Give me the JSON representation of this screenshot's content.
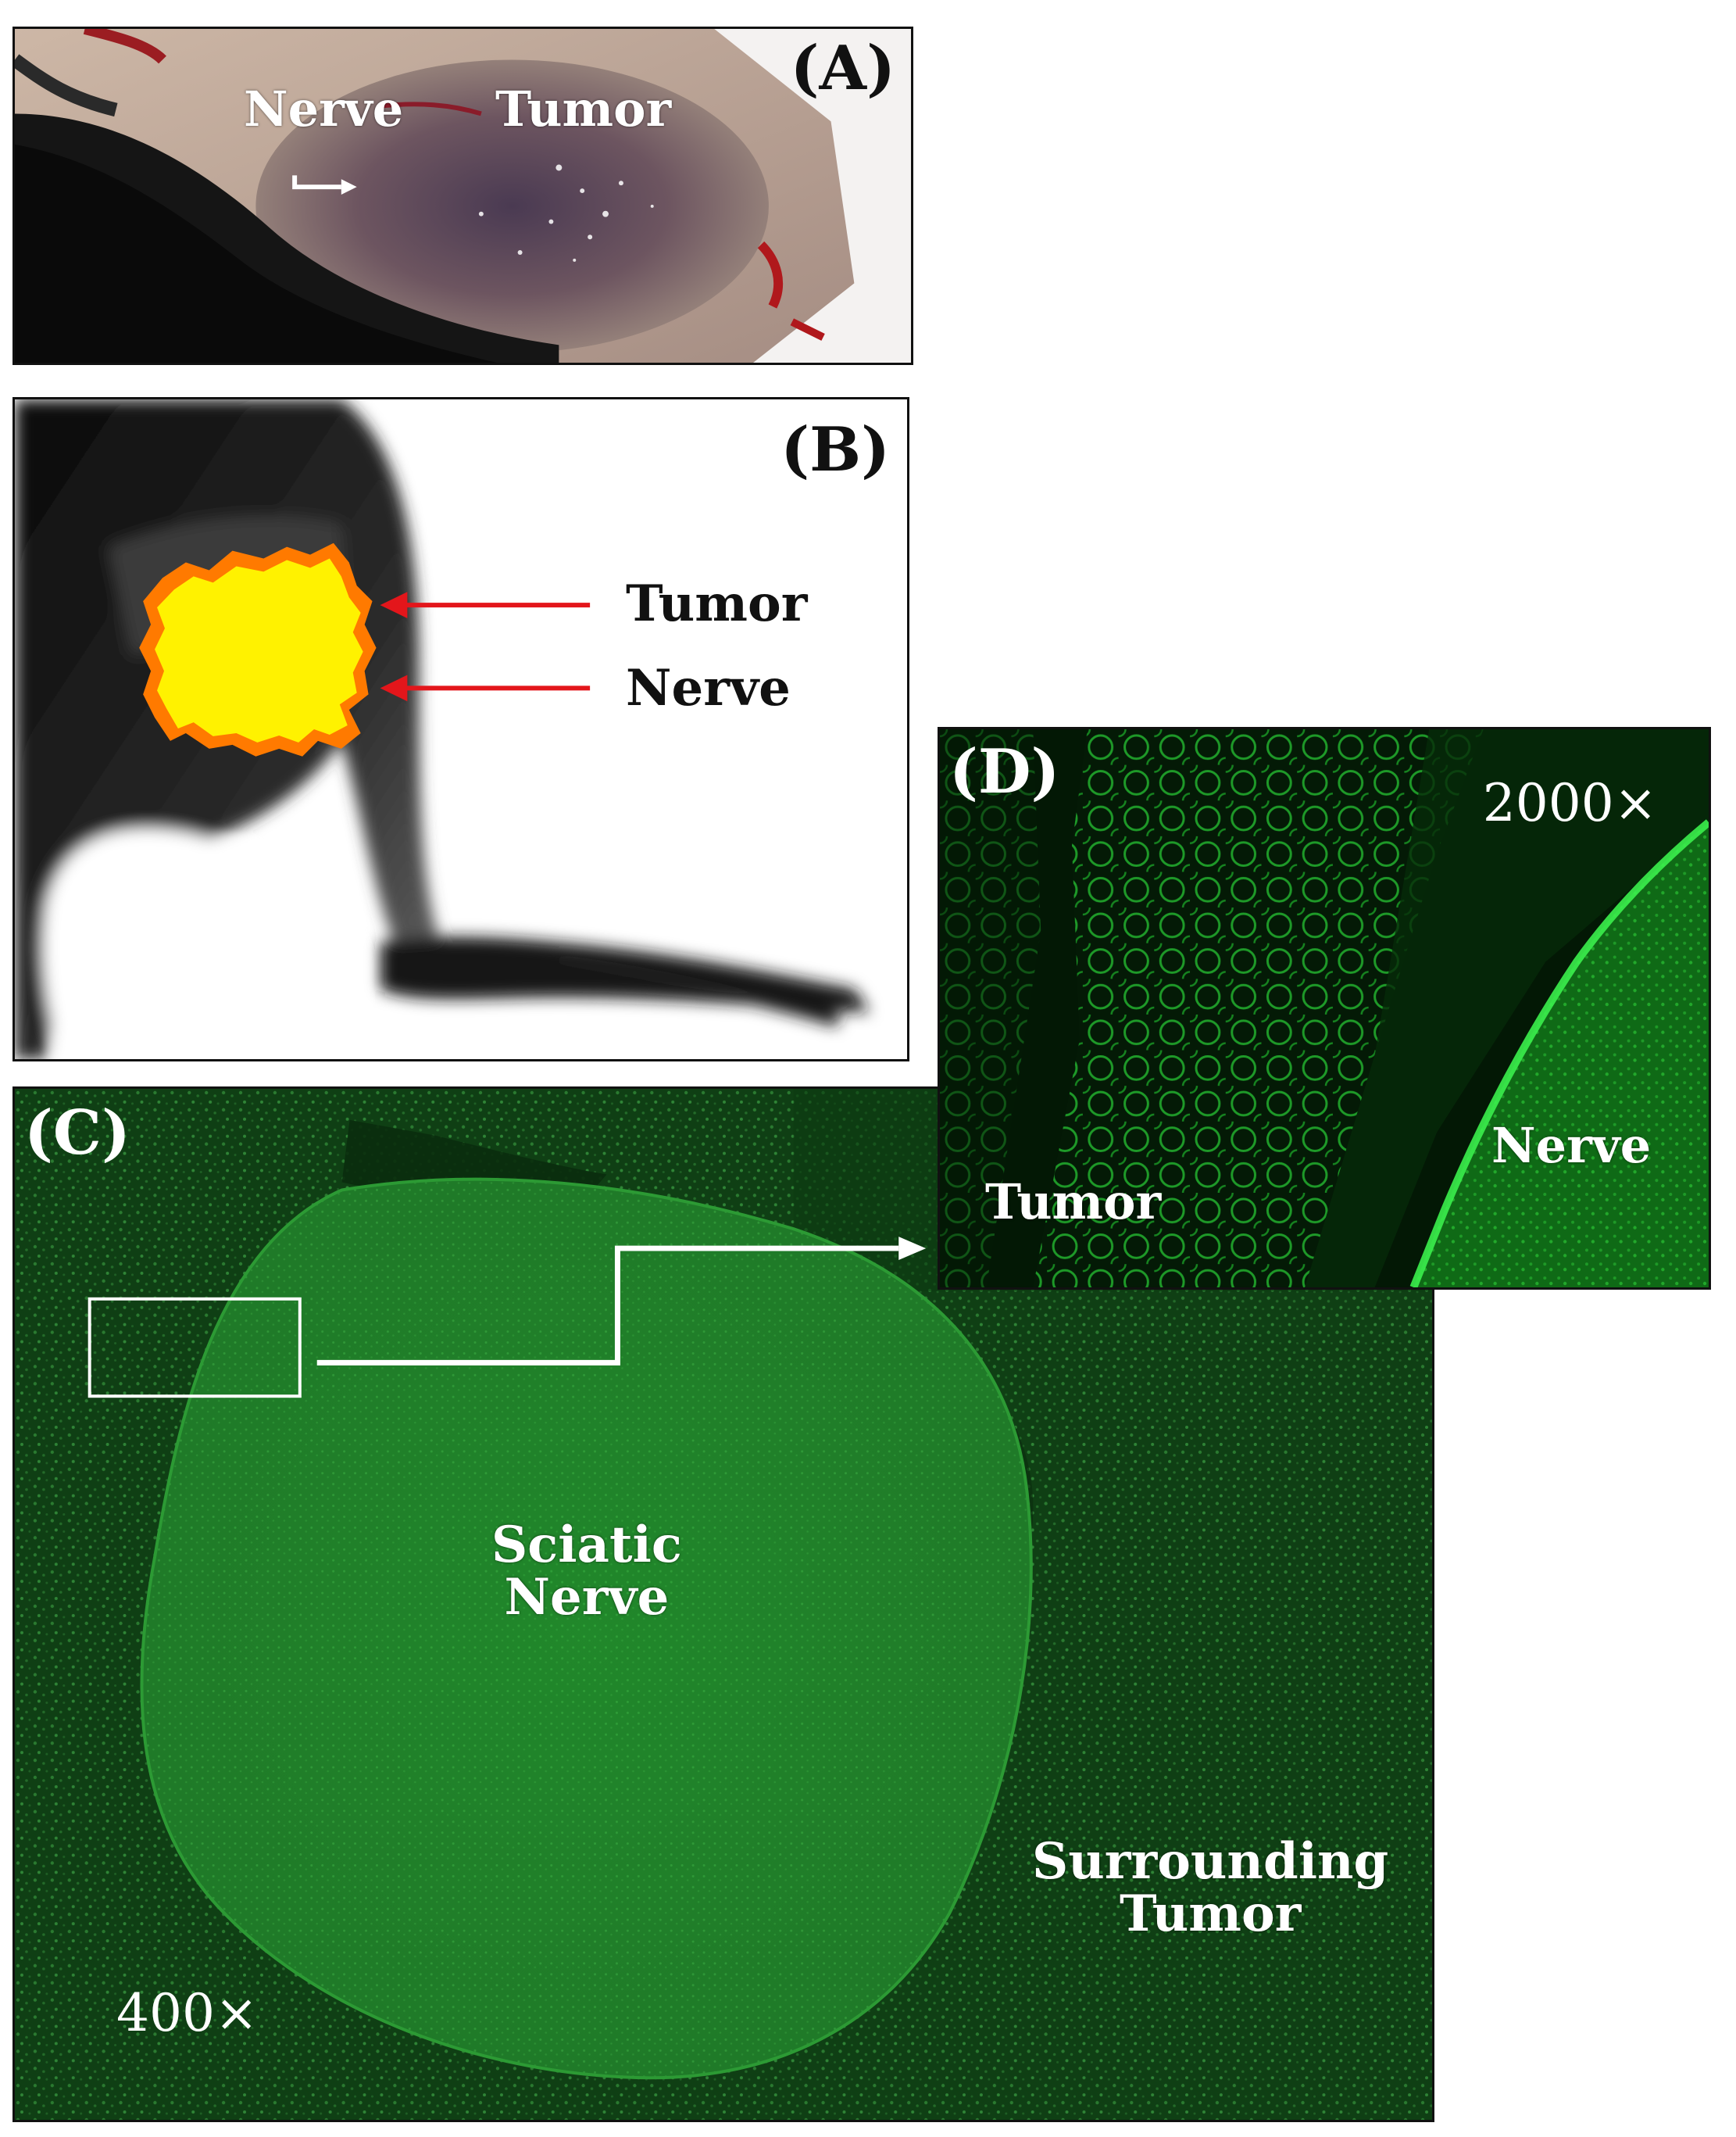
{
  "panels": {
    "A": {
      "label": "(A)",
      "nerve_label": "Nerve",
      "tumor_label": "Tumor"
    },
    "B": {
      "label": "(B)",
      "tumor_label": "Tumor",
      "nerve_label": "Nerve"
    },
    "C": {
      "label": "(C)",
      "center_label_line1": "Sciatic",
      "center_label_line2": "Nerve",
      "surrounding_line1": "Surrounding",
      "surrounding_line2": "Tumor",
      "magnification": "400×"
    },
    "D": {
      "label": "(D)",
      "tumor_label": "Tumor",
      "nerve_label": "Nerve",
      "magnification": "2000×"
    }
  },
  "colors": {
    "arrow_red": "#e3161b",
    "fluorescence_green": "#2bd63a",
    "hotspot_yellow": "#fff200",
    "hotspot_orange": "#ff7a00"
  }
}
